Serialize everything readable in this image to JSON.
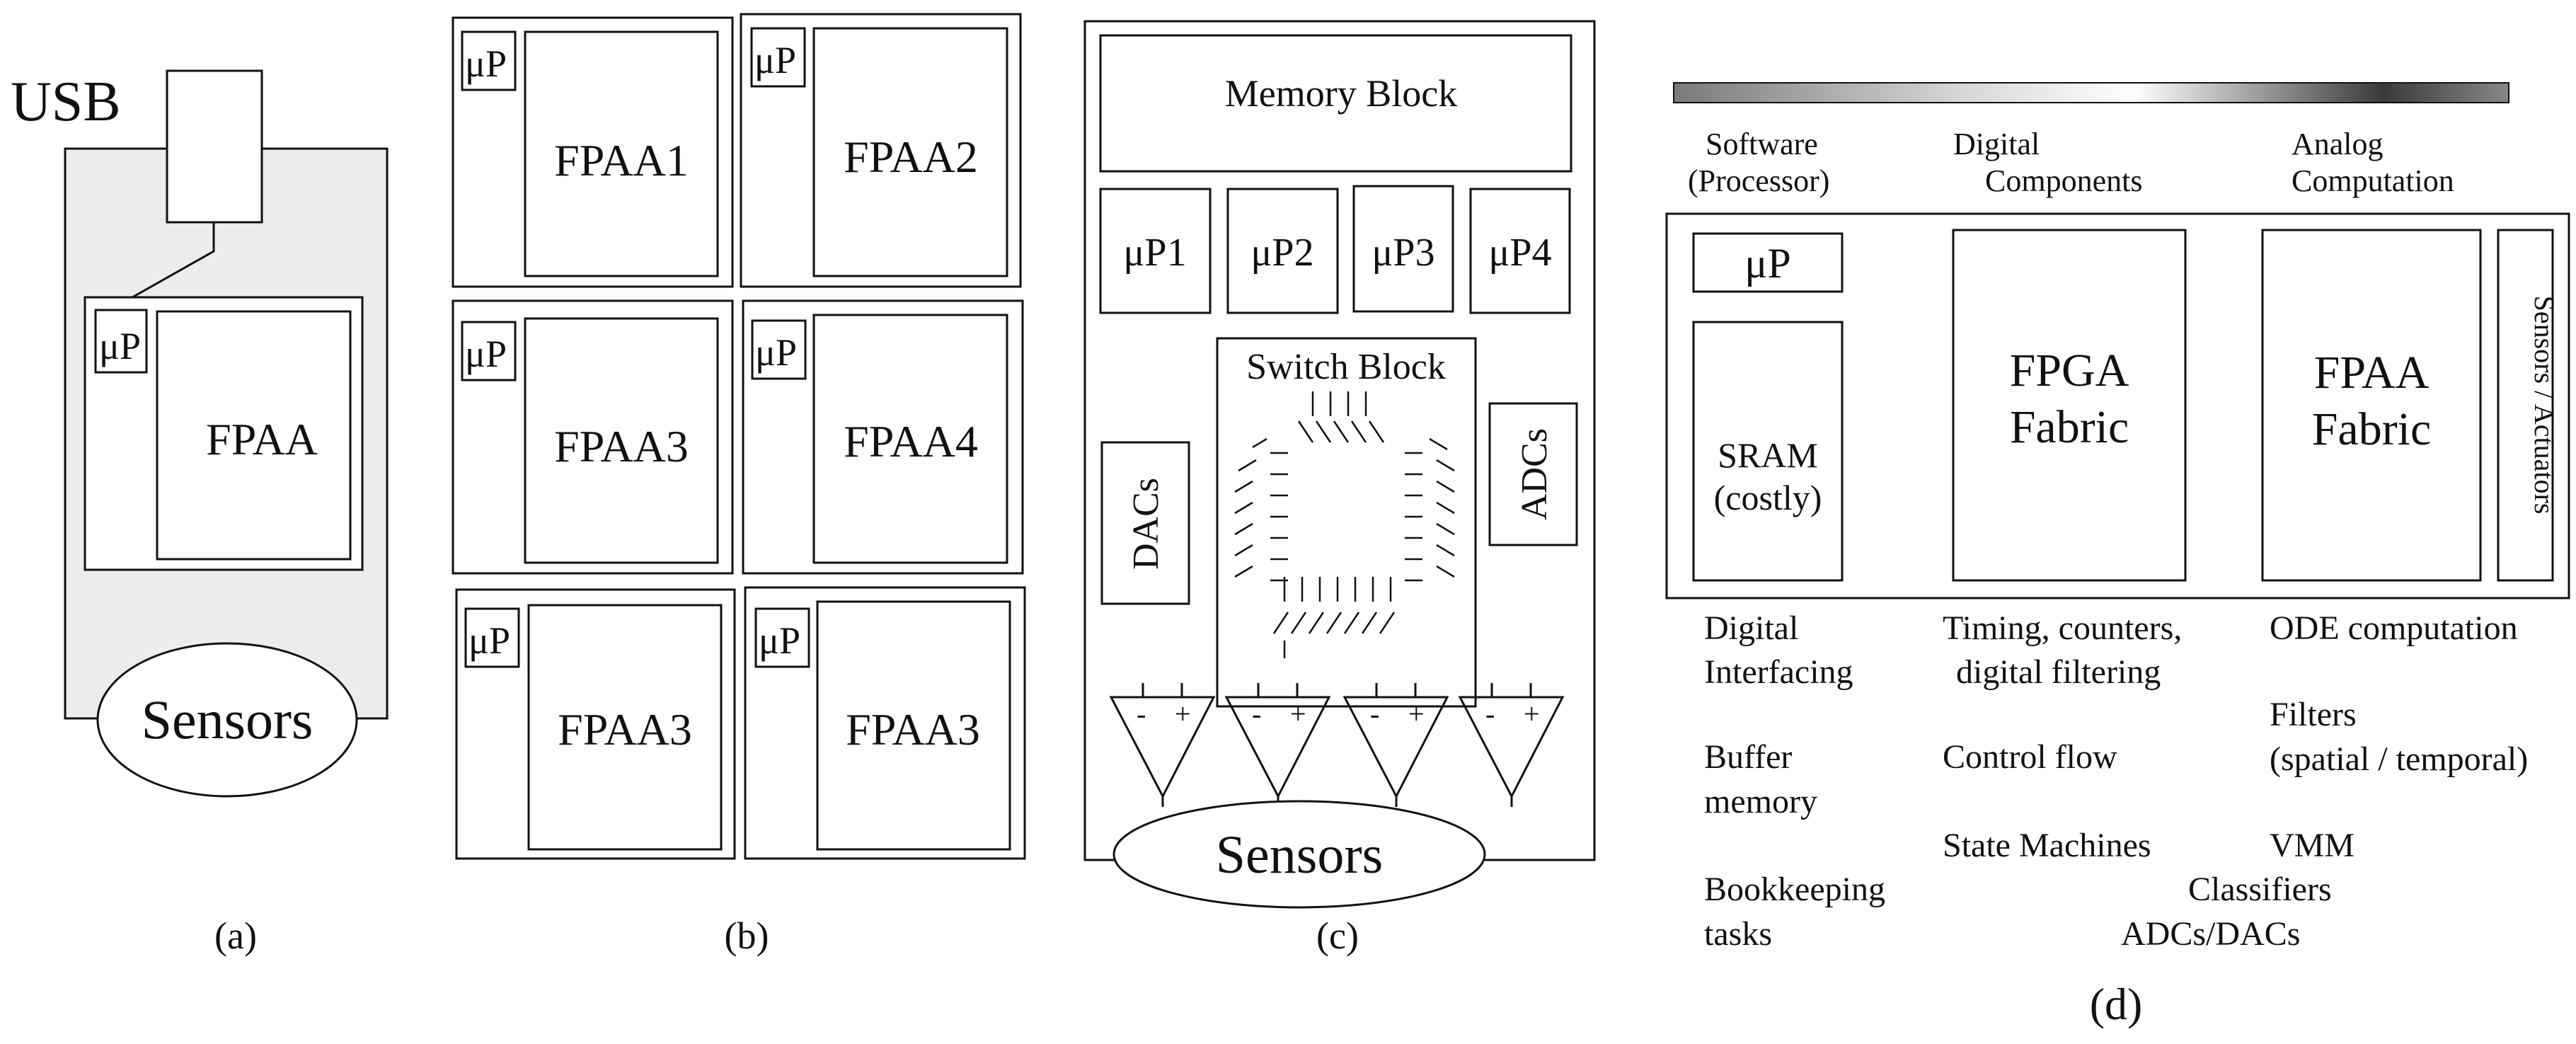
{
  "panel_a": {
    "usb_label": "USB",
    "up_label": "μP",
    "fpaa_label": "FPAA",
    "sensors_label": "Sensors",
    "caption": "(a)"
  },
  "panel_b": {
    "up_label": "μP",
    "boards": [
      "FPAA1",
      "FPAA2",
      "FPAA3",
      "FPAA4",
      "FPAA3",
      "FPAA3"
    ],
    "caption": "(b)"
  },
  "panel_c": {
    "memory_block": "Memory Block",
    "processors": [
      "μP1",
      "μP2",
      "μP3",
      "μP4"
    ],
    "switch_block": "Switch Block",
    "dacs": "DACs",
    "adcs": "ADCs",
    "amp_minus": "-",
    "amp_plus": "+",
    "sensors_label": "Sensors",
    "caption": "(c)"
  },
  "panel_d": {
    "columns": {
      "software": [
        "Software",
        "(Processor)"
      ],
      "digital": [
        "Digital",
        "Components"
      ],
      "analog": [
        "Analog",
        "Computation"
      ]
    },
    "up_label": "μP",
    "sram": [
      "SRAM",
      "(costly)"
    ],
    "fpga": [
      "FPGA",
      "Fabric"
    ],
    "fpaa": [
      "FPAA",
      "Fabric"
    ],
    "sensors_actuators": "Sensors / Actuators",
    "software_tasks": [
      [
        "Digital",
        "Interfacing"
      ],
      [
        "Buffer",
        "memory"
      ],
      [
        "Bookkeeping",
        "tasks"
      ]
    ],
    "digital_tasks": [
      [
        "Timing, counters,",
        " digital filtering"
      ],
      [
        "Control flow"
      ],
      [
        "State Machines"
      ]
    ],
    "analog_tasks": [
      [
        "ODE computation"
      ],
      [
        "Filters",
        "(spatial / temporal)"
      ],
      [
        "VMM"
      ],
      [
        "Classifiers"
      ],
      [
        "ADCs/DACs"
      ]
    ],
    "caption": "(d)"
  }
}
